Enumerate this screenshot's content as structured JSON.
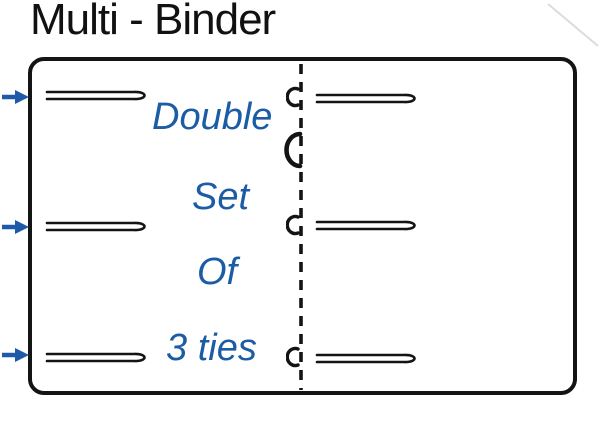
{
  "title": "Multi - Binder",
  "colors": {
    "ink": "#141414",
    "accent_blue": "#1c5ca4",
    "faint_line": "#dcdcdc"
  },
  "diagram": {
    "labels": [
      {
        "text": "Double"
      },
      {
        "text": "Set"
      },
      {
        "text": "Of"
      },
      {
        "text": "3 ties"
      }
    ],
    "rows": 3,
    "icons": {
      "arrow": "right-arrow",
      "tie": "tie-loop",
      "small_ring": "binder-ring-small",
      "large_ring": "binder-ring-large",
      "spine": "dashed-fold-line"
    }
  }
}
